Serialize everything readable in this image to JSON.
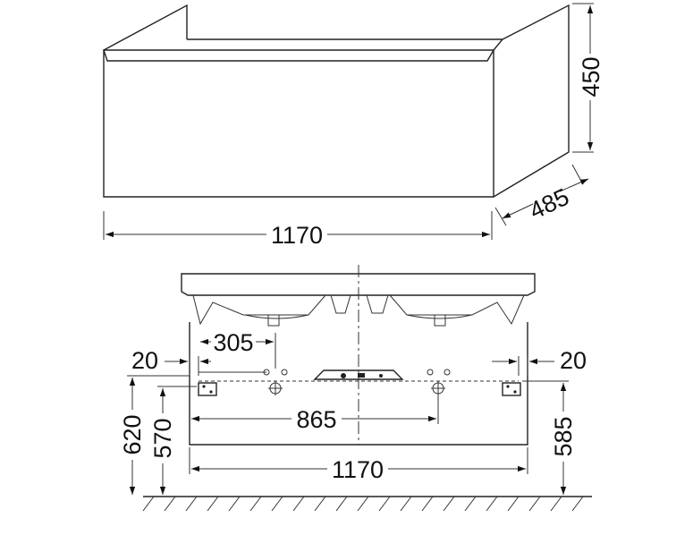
{
  "top_view": {
    "width_label": "1170",
    "height_label": "450",
    "depth_label": "485"
  },
  "front_view": {
    "left_offset_label": "20",
    "right_offset_label": "20",
    "tap_offset_label": "305",
    "tap_spacing_label": "865",
    "overall_width_label": "1170",
    "height_620_label": "620",
    "height_570_label": "570",
    "height_585_label": "585"
  }
}
